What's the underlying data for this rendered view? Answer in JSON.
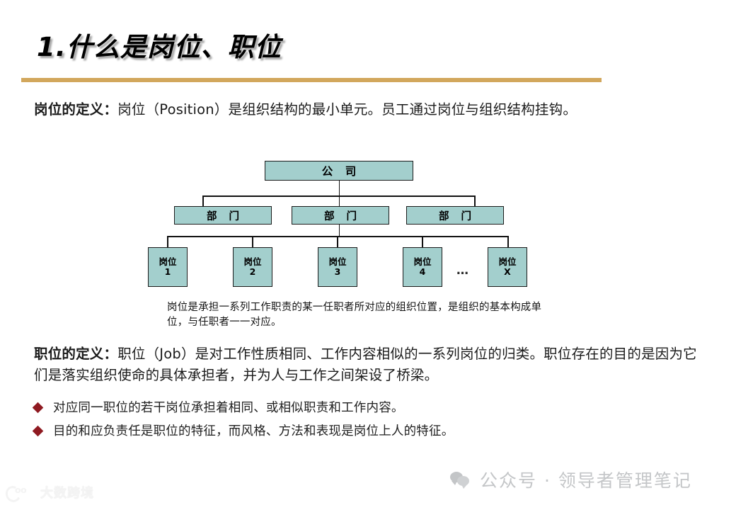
{
  "slide": {
    "title": "1.什么是岗位、职位",
    "rule_color": "#d2a75c",
    "background": "#ffffff"
  },
  "definitions": [
    {
      "label": "岗位的定义：",
      "body": "岗位（Position）是组织结构的最小单元。员工通过岗位与组织结构挂钩。"
    },
    {
      "label": "职位的定义：",
      "body": "职位（Job）是对工作性质相同、工作内容相似的一系列岗位的归类。职位存在的目的是因为它们是落实组织使命的具体承担者，并为人与工作之间架设了桥梁。"
    }
  ],
  "org_chart": {
    "node_fill": "#a3cfcd",
    "node_border": "#1b1b1b",
    "company": "公 司",
    "departments": [
      "部 门",
      "部 门",
      "部 门"
    ],
    "positions": [
      {
        "name": "岗位",
        "index": "1"
      },
      {
        "name": "岗位",
        "index": "2"
      },
      {
        "name": "岗位",
        "index": "3"
      },
      {
        "name": "岗位",
        "index": "4"
      },
      {
        "name": "岗位",
        "index": "X"
      }
    ],
    "ellipsis": "…",
    "caption": "岗位是承担一系列工作职责的某一任职者所对应的组织位置，是组织的基本构成单位，与任职者一一对应。"
  },
  "bullets": {
    "marker_color": "#8f1a21",
    "items": [
      "对应同一职位的若干岗位承担着相同、或相似职责和工作内容。",
      "目的和应负责任是职位的特征，而风格、方法和表现是岗位上人的特征。"
    ]
  },
  "watermarks": {
    "wechat": "公众号 · 领导者管理笔记",
    "wechat_color": "#c4c6c8",
    "brand": "大数跨境",
    "brand_mark_text": "oo"
  }
}
